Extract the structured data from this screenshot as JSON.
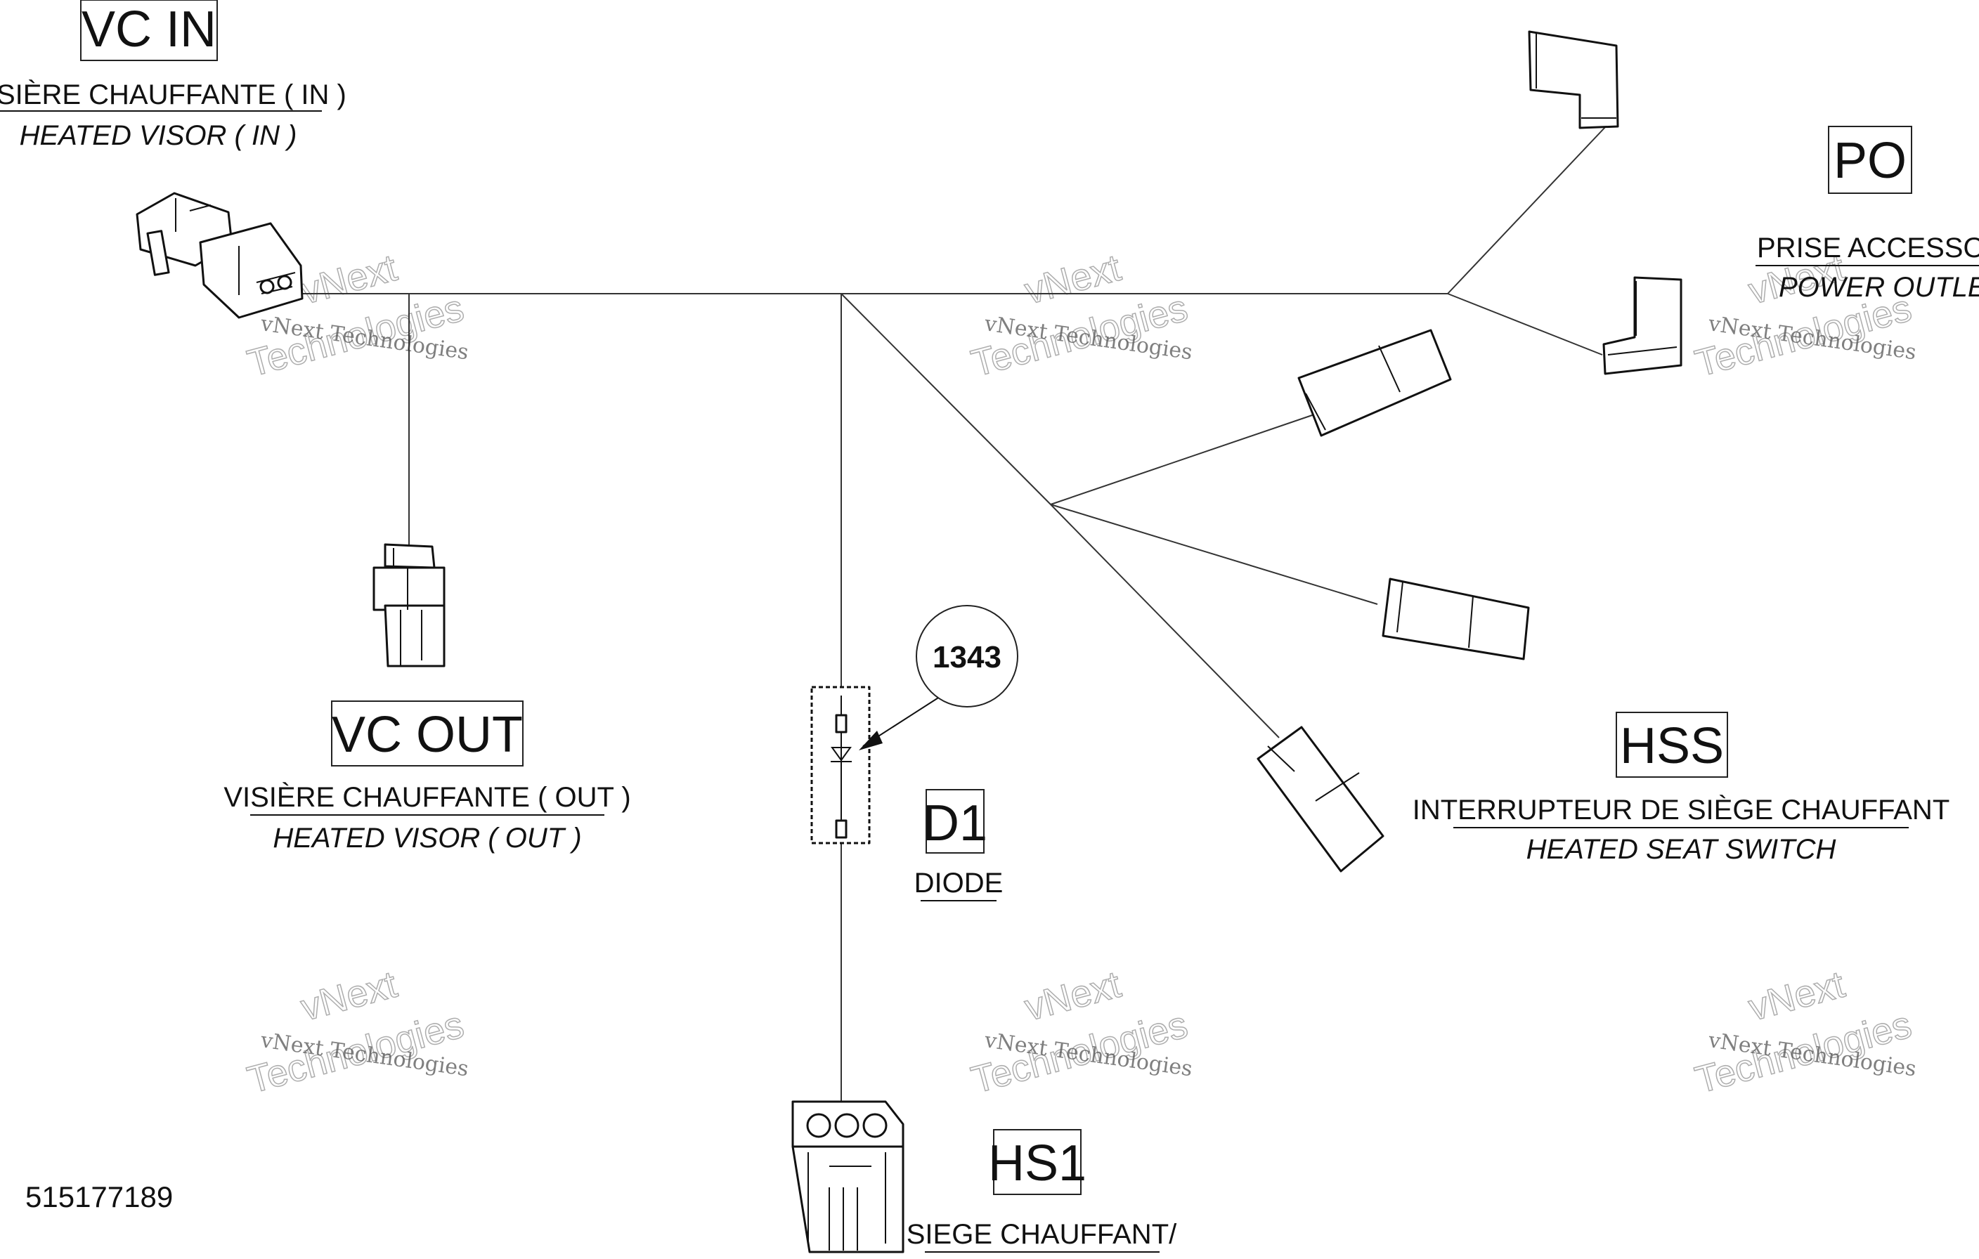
{
  "labels": {
    "vc_in": {
      "tag": "VC IN",
      "fr": "VISIÈRE CHAUFFANTE ( IN )",
      "en": "HEATED VISOR ( IN )"
    },
    "vc_out": {
      "tag": "VC OUT",
      "fr": "VISIÈRE CHAUFFANTE ( OUT )",
      "en": "HEATED VISOR ( OUT )"
    },
    "po": {
      "tag": "PO",
      "fr": "PRISE ACCESSOIRE",
      "en": "POWER OUTLET"
    },
    "hss": {
      "tag": "HSS",
      "fr": "INTERRUPTEUR DE SIÈGE CHAUFFANT",
      "en": "HEATED SEAT SWITCH"
    },
    "d1": {
      "tag": "D1",
      "fr": "DIODE"
    },
    "hs1": {
      "tag": "HS1",
      "fr": "SIEGE CHAUFFANT/"
    }
  },
  "callout": "1343",
  "document_number": "515177189",
  "watermark": {
    "line1": "vNext Technologies",
    "line2a": "vNext",
    "line2b": "Technologies"
  }
}
